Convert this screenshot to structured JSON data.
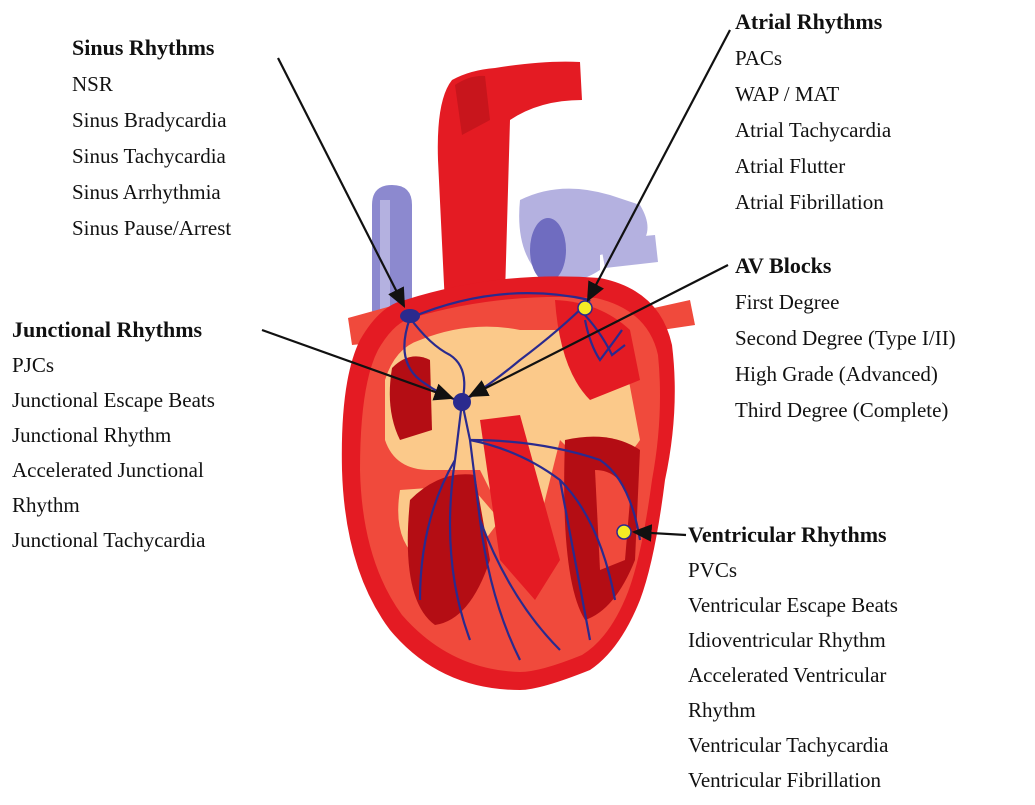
{
  "groups": {
    "sinus": {
      "title": "Sinus Rhythms",
      "items": [
        "NSR",
        "Sinus Bradycardia",
        "Sinus Tachycardia",
        "Sinus Arrhythmia",
        "Sinus Pause/Arrest"
      ]
    },
    "junctional": {
      "title": "Junctional Rhythms",
      "items": [
        "PJCs",
        "Junctional Escape Beats",
        "Junctional Rhythm",
        "Accelerated Junctional",
        "Rhythm",
        "Junctional Tachycardia"
      ]
    },
    "atrial": {
      "title": "Atrial Rhythms",
      "items": [
        "PACs",
        "WAP / MAT",
        "Atrial Tachycardia",
        "Atrial Flutter",
        "Atrial Fibrillation"
      ]
    },
    "av": {
      "title": "AV Blocks",
      "items": [
        "First Degree",
        "Second Degree (Type I/II)",
        "High Grade (Advanced)",
        "Third Degree (Complete)"
      ]
    },
    "ventricular": {
      "title": "Ventricular Rhythms",
      "items": [
        "PVCs",
        "Ventricular Escape Beats",
        "Idioventricular Rhythm",
        "Accelerated Ventricular",
        "Rhythm",
        "Ventricular Tachycardia",
        "Ventricular Fibrillation"
      ]
    }
  },
  "colors": {
    "heart_red": "#e41b23",
    "heart_dark_red": "#b40d14",
    "heart_light_red": "#f04a3c",
    "conduction_zone": "#fbc98a",
    "vessel_blue": "#8c89cf",
    "vessel_light_blue": "#b4b1e0",
    "conduction_path": "#2a2a8e",
    "focus_yellow": "#f4ec24",
    "arrow": "#111111"
  }
}
